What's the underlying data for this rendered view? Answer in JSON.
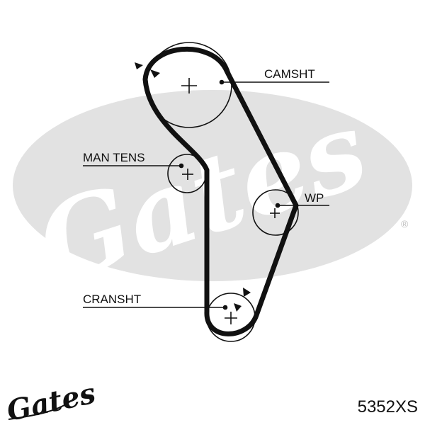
{
  "colors": {
    "belt": "#111111",
    "watermark": "#e2e2e2",
    "watermark_text": "#ffffff",
    "ink": "#111111"
  },
  "watermark": {
    "text": "Gates",
    "registered": "®"
  },
  "labels": {
    "camshaft": "CAMSHT",
    "tensioner": "MAN TENS",
    "water_pump": "WP",
    "crankshaft": "CRANSHT"
  },
  "logo": {
    "text": "Gates"
  },
  "part_number": "5352XS",
  "icons": [
    "rotation-arrow-icon",
    "crosshair-icon",
    "gates-logo-icon"
  ]
}
